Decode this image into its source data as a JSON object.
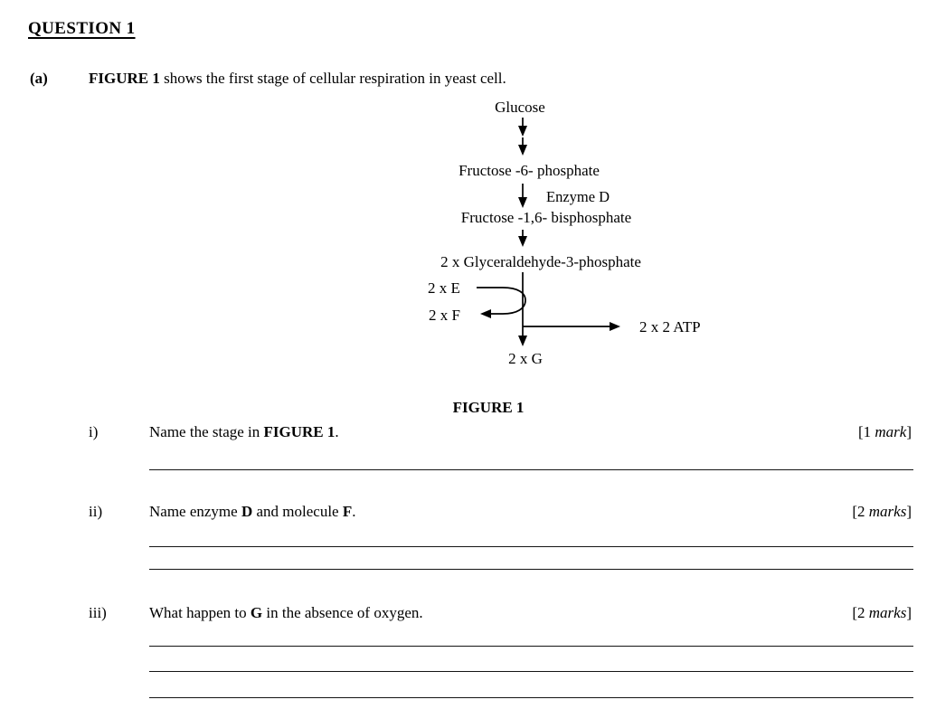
{
  "page": {
    "title": "QUESTION 1",
    "part_label": "(a)",
    "intro_bold": "FIGURE 1",
    "intro_rest": " shows the first stage of cellular respiration in yeast cell.",
    "colors": {
      "text": "#000000",
      "background": "#ffffff"
    }
  },
  "diagram": {
    "caption": "FIGURE 1",
    "nodes": {
      "glucose": "Glucose",
      "fructose6p": "Fructose -6- phosphate",
      "enzyme_d": "Enzyme D",
      "fructose16bp": "Fructose -1,6- bisphosphate",
      "g3p": "2 x Glyceraldehyde-3-phosphate",
      "e": "2 x E",
      "f": "2 x F",
      "atp": "2 x 2 ATP",
      "g": "2 x G"
    }
  },
  "questions": [
    {
      "number": "i)",
      "segments": [
        "Name the stage in ",
        "FIGURE 1",
        "."
      ],
      "marks_prefix": "[1 ",
      "marks_unit": "mark",
      "marks_suffix": "]",
      "answer_lines": 1
    },
    {
      "number": "ii)",
      "segments": [
        "Name enzyme ",
        "D",
        " and molecule ",
        "F",
        "."
      ],
      "marks_prefix": "[2 ",
      "marks_unit": "marks",
      "marks_suffix": "]",
      "answer_lines": 2
    },
    {
      "number": "iii)",
      "segments": [
        "What happen to ",
        "G",
        " in the absence of oxygen."
      ],
      "marks_prefix": "[2 ",
      "marks_unit": "marks",
      "marks_suffix": "]",
      "answer_lines": 3
    }
  ]
}
